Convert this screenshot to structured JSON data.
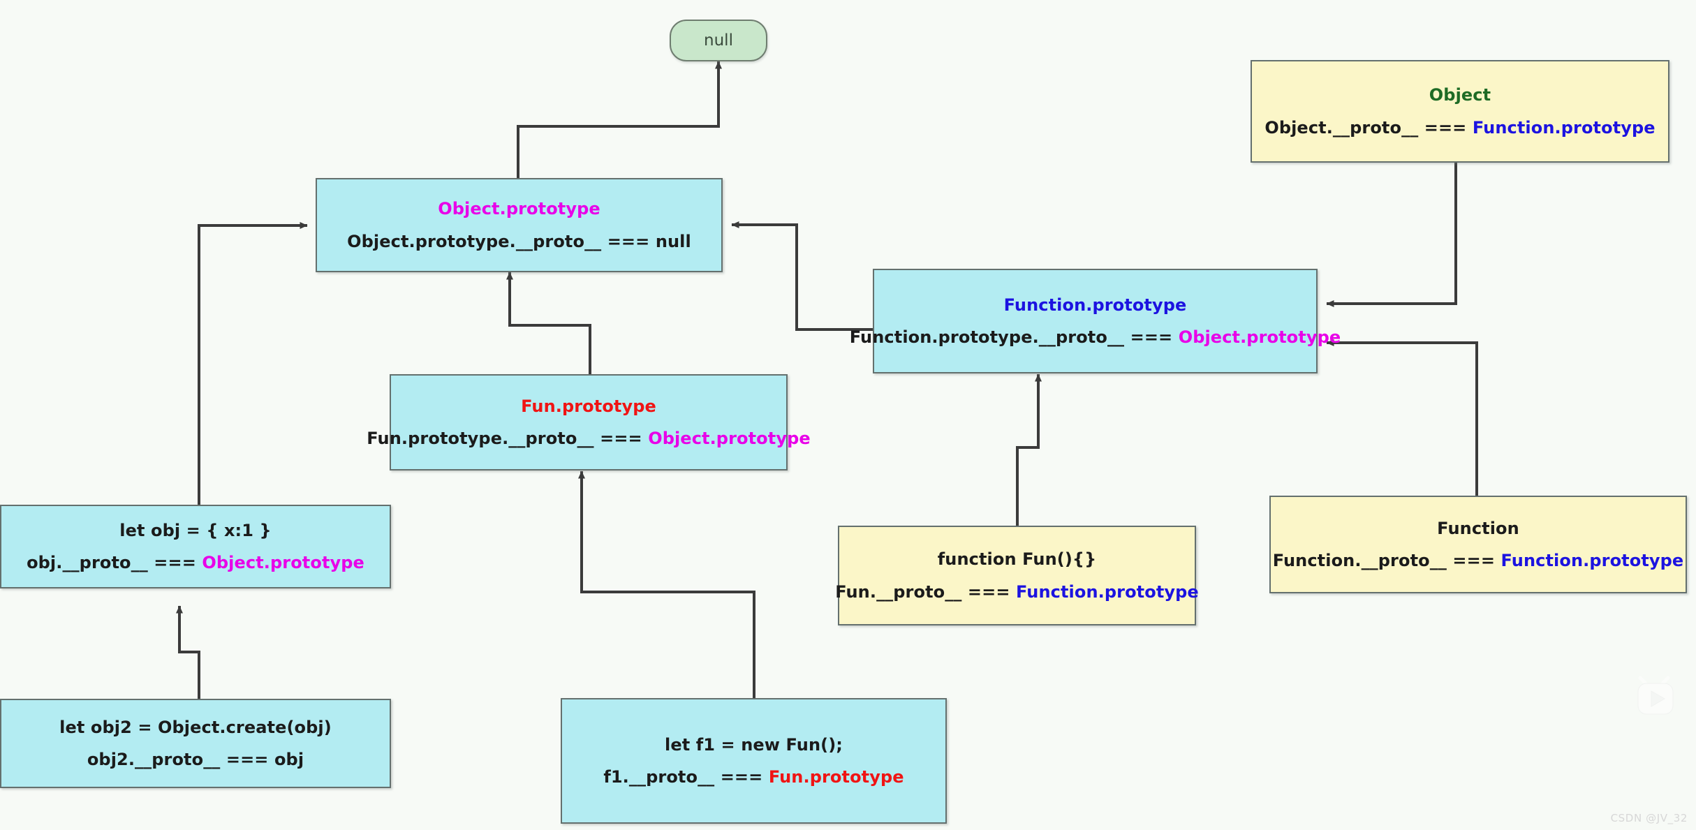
{
  "diagram": {
    "title": "JavaScript prototype chain diagram",
    "colors": {
      "cyan_fill": "#b3ecf2",
      "yellow_fill": "#fbf6c8",
      "green_fill": "#c9e7cb",
      "border": "#64706e",
      "background": "#f7faf6",
      "magenta_text": "#e800e8",
      "blue_text": "#1c13e0",
      "red_text": "#f01414",
      "green_text": "#1e6b25",
      "black_text": "#1b1b1b"
    },
    "nodes": {
      "null_node": {
        "label": "null",
        "shape": "rounded-rect",
        "fill": "green"
      },
      "object_prototype": {
        "title": "Object.prototype",
        "title_color": "magenta",
        "body_prefix": "Object.prototype.__proto__ === ",
        "body_suffix": "null",
        "body_suffix_color": "black",
        "fill": "cyan"
      },
      "function_prototype": {
        "title": "Function.prototype",
        "title_color": "blue",
        "body_prefix": "Function.prototype.__proto__ === ",
        "body_suffix": "Object.prototype",
        "body_suffix_color": "magenta",
        "fill": "cyan"
      },
      "fun_prototype": {
        "title": "Fun.prototype",
        "title_color": "red",
        "body_prefix": "Fun.prototype.__proto__ === ",
        "body_suffix": "Object.prototype",
        "body_suffix_color": "magenta",
        "fill": "cyan"
      },
      "obj": {
        "title": "let obj = { x:1 }",
        "title_color": "black",
        "body_prefix": "obj.__proto__ === ",
        "body_suffix": "Object.prototype",
        "body_suffix_color": "magenta",
        "fill": "cyan"
      },
      "obj2": {
        "title": "let obj2 = Object.create(obj)",
        "title_color": "black",
        "body_prefix": "obj2.__proto__ === ",
        "body_suffix": "obj",
        "body_suffix_color": "black",
        "fill": "cyan"
      },
      "f1": {
        "title": "let f1 = new Fun();",
        "title_color": "black",
        "body_prefix": "f1.__proto__ === ",
        "body_suffix": "Fun.prototype",
        "body_suffix_color": "red",
        "fill": "cyan"
      },
      "fun_function": {
        "title": "function Fun(){}",
        "title_color": "black",
        "body_prefix": "Fun.__proto__ === ",
        "body_suffix": "Function.prototype",
        "body_suffix_color": "blue",
        "fill": "yellow"
      },
      "object_ctor": {
        "title": "Object",
        "title_color": "green",
        "body_prefix": "Object.__proto__ === ",
        "body_suffix": "Function.prototype",
        "body_suffix_color": "blue",
        "fill": "yellow"
      },
      "function_ctor": {
        "title": "Function",
        "title_color": "black",
        "body_prefix": "Function.__proto__ === ",
        "body_suffix": "Function.prototype",
        "body_suffix_color": "blue",
        "fill": "yellow"
      }
    },
    "edges": [
      {
        "from": "object_prototype",
        "to": "null_node",
        "label": ""
      },
      {
        "from": "obj",
        "to": "object_prototype",
        "label": ""
      },
      {
        "from": "fun_prototype",
        "to": "object_prototype",
        "label": ""
      },
      {
        "from": "function_prototype",
        "to": "object_prototype",
        "label": ""
      },
      {
        "from": "obj2",
        "to": "obj",
        "label": ""
      },
      {
        "from": "f1",
        "to": "fun_prototype",
        "label": ""
      },
      {
        "from": "fun_function",
        "to": "function_prototype",
        "label": ""
      },
      {
        "from": "object_ctor",
        "to": "function_prototype",
        "label": ""
      },
      {
        "from": "function_ctor",
        "to": "function_prototype",
        "label": ""
      }
    ]
  },
  "watermark": {
    "text": "CSDN @JV_32",
    "logo": "tv-play-icon"
  }
}
